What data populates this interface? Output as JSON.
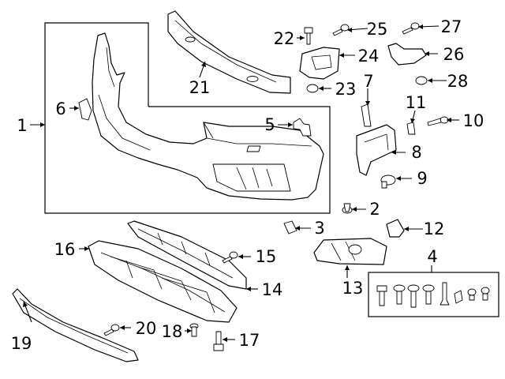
{
  "diagram": {
    "callouts": [
      {
        "id": "1",
        "text": "1"
      },
      {
        "id": "2",
        "text": "2"
      },
      {
        "id": "3",
        "text": "3"
      },
      {
        "id": "4",
        "text": "4"
      },
      {
        "id": "5",
        "text": "5"
      },
      {
        "id": "6",
        "text": "6"
      },
      {
        "id": "7",
        "text": "7"
      },
      {
        "id": "8",
        "text": "8"
      },
      {
        "id": "9",
        "text": "9"
      },
      {
        "id": "10",
        "text": "10"
      },
      {
        "id": "11",
        "text": "11"
      },
      {
        "id": "12",
        "text": "12"
      },
      {
        "id": "13",
        "text": "13"
      },
      {
        "id": "14",
        "text": "14"
      },
      {
        "id": "15",
        "text": "15"
      },
      {
        "id": "16",
        "text": "16"
      },
      {
        "id": "17",
        "text": "17"
      },
      {
        "id": "18",
        "text": "18"
      },
      {
        "id": "19",
        "text": "19"
      },
      {
        "id": "20",
        "text": "20"
      },
      {
        "id": "21",
        "text": "21"
      },
      {
        "id": "22",
        "text": "22"
      },
      {
        "id": "23",
        "text": "23"
      },
      {
        "id": "24",
        "text": "24"
      },
      {
        "id": "25",
        "text": "25"
      },
      {
        "id": "26",
        "text": "26"
      },
      {
        "id": "27",
        "text": "27"
      },
      {
        "id": "28",
        "text": "28"
      }
    ]
  }
}
